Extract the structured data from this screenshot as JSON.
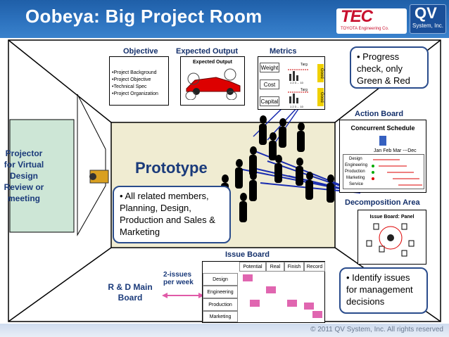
{
  "title": "Oobeya:  Big Project Room",
  "logos": {
    "tec": "TEC",
    "tec_sub": "TOYOTA Engineering Co.",
    "qv": "QV",
    "qv_sub": "System, Inc."
  },
  "copyright": "© 2011 QV System, Inc. All rights reserved",
  "objective": {
    "heading": "Objective",
    "items": [
      "•Project Background",
      "•Project Objective",
      "•Technical Spec",
      "•Project Organization"
    ]
  },
  "expected_output": {
    "heading": "Expected Output",
    "inner": "Expected Output"
  },
  "metrics": {
    "heading": "Metrics",
    "rows": [
      "Weight",
      "Cost",
      "Capital"
    ],
    "targ": "Targ",
    "good": "Good",
    "axis": "1 2 3 ... 10"
  },
  "callouts": {
    "progress": "• Progress check, only Green & Red",
    "members": "• All related members, Planning, Design, Production and Sales & Marketing",
    "issues": "• Identify issues for management decisions"
  },
  "action_board": {
    "label": "Action Board",
    "heading": "Concurrent Schedule",
    "months": "Jan  Feb  Mar ---Dec",
    "rows": [
      "Design",
      "Engineering",
      "Production",
      "Marketing",
      "Service"
    ]
  },
  "projector": "Projector for Virtual Design Review or meeting",
  "prototype": "Prototype",
  "decomposition": {
    "label": "Decomposition Area",
    "inner": "Issue Board: Panel"
  },
  "issue_board": {
    "label": "Issue Board",
    "columns": [
      "Potential",
      "Real",
      "Finish",
      "Record"
    ],
    "rows": [
      "Design",
      "Engineering",
      "Production",
      "Marketing"
    ]
  },
  "rd": {
    "label": "R & D Main Board",
    "freq": "2-issues per week"
  },
  "colors": {
    "header": "#2e74c0",
    "wall_line": "#000000",
    "callout_border": "#2a4c8c",
    "red": "#cc0000",
    "green": "#00aa00",
    "arrow": "#1a2db0"
  }
}
